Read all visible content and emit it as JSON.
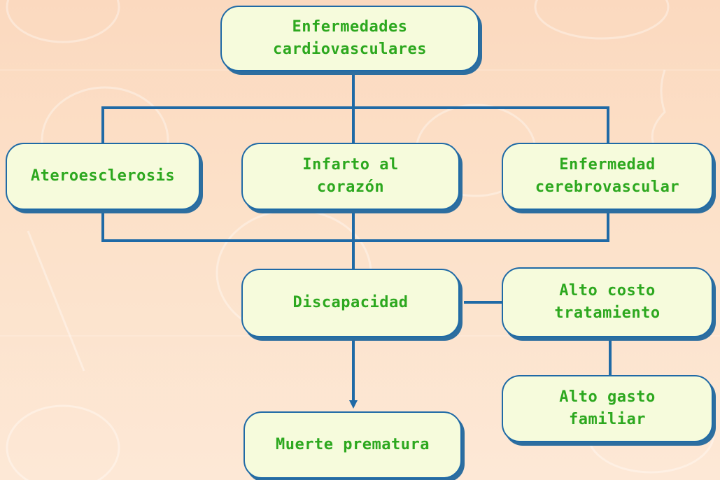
{
  "diagram": {
    "nodes": {
      "root": "Enfermedades\ncardiovasculares",
      "athero": "Ateroesclerosis",
      "infarct": "Infarto al\ncorazón",
      "cerebro": "Enfermedad\ncerebrovascular",
      "disability": "Discapacidad",
      "high_cost": "Alto costo\ntratamiento",
      "premature_death": "Muerte prematura",
      "family_expense": "Alto gasto\nfamiliar"
    }
  },
  "colors": {
    "node_fill": "#f6fbdc",
    "node_border": "#1f6aa6",
    "node_text": "#2da81f",
    "connector": "#1f6aa6",
    "background": "#fbd9bf"
  }
}
